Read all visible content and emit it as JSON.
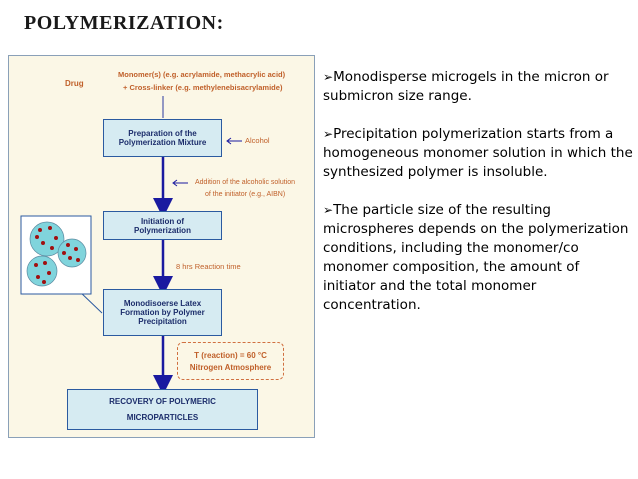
{
  "title": "POLYMERIZATION:",
  "diagram": {
    "drug": "Drug",
    "monomer_line1": "Monomer(s) (e.g. acrylamide, methacrylic acid)",
    "monomer_line2": "+ Cross-linker (e.g. methylenebisacrylamide)",
    "prep_box": "Preparation of the\nPolymerization Mixture",
    "alcohol": "Alcohol",
    "addition_line1": "Addition of the alcoholic solution",
    "addition_line2": "of the initiator (e.g., AIBN)",
    "initiation_box": "Initiation of\nPolymerization",
    "reaction_time": "8 hrs Reaction time",
    "latex_box": "Monodisoerse Latex\nFormation by Polymer\nPrecipitation",
    "temp": "T (reaction) = 60 °C",
    "atmosphere": "Nitrogen Atmosphere",
    "recovery_line1": "RECOVERY OF POLYMERIC",
    "recovery_line2": "MICROPARTICLES",
    "colors": {
      "box_fill": "#d6ebf2",
      "arrow": "#1a1aa0",
      "orange_text": "#c0602a",
      "bg": "#fbf7e6"
    }
  },
  "bullets": [
    "Monodisperse microgels in the micron or submicron size range.",
    "Precipitation polymerization starts from a homogeneous monomer solution in which the synthesized polymer is insoluble.",
    "The particle size of the resulting microspheres depends on the polymerization conditions, including the monomer/co monomer composition, the amount of initiator and the total monomer concentration."
  ],
  "bullet_marker": "➢"
}
